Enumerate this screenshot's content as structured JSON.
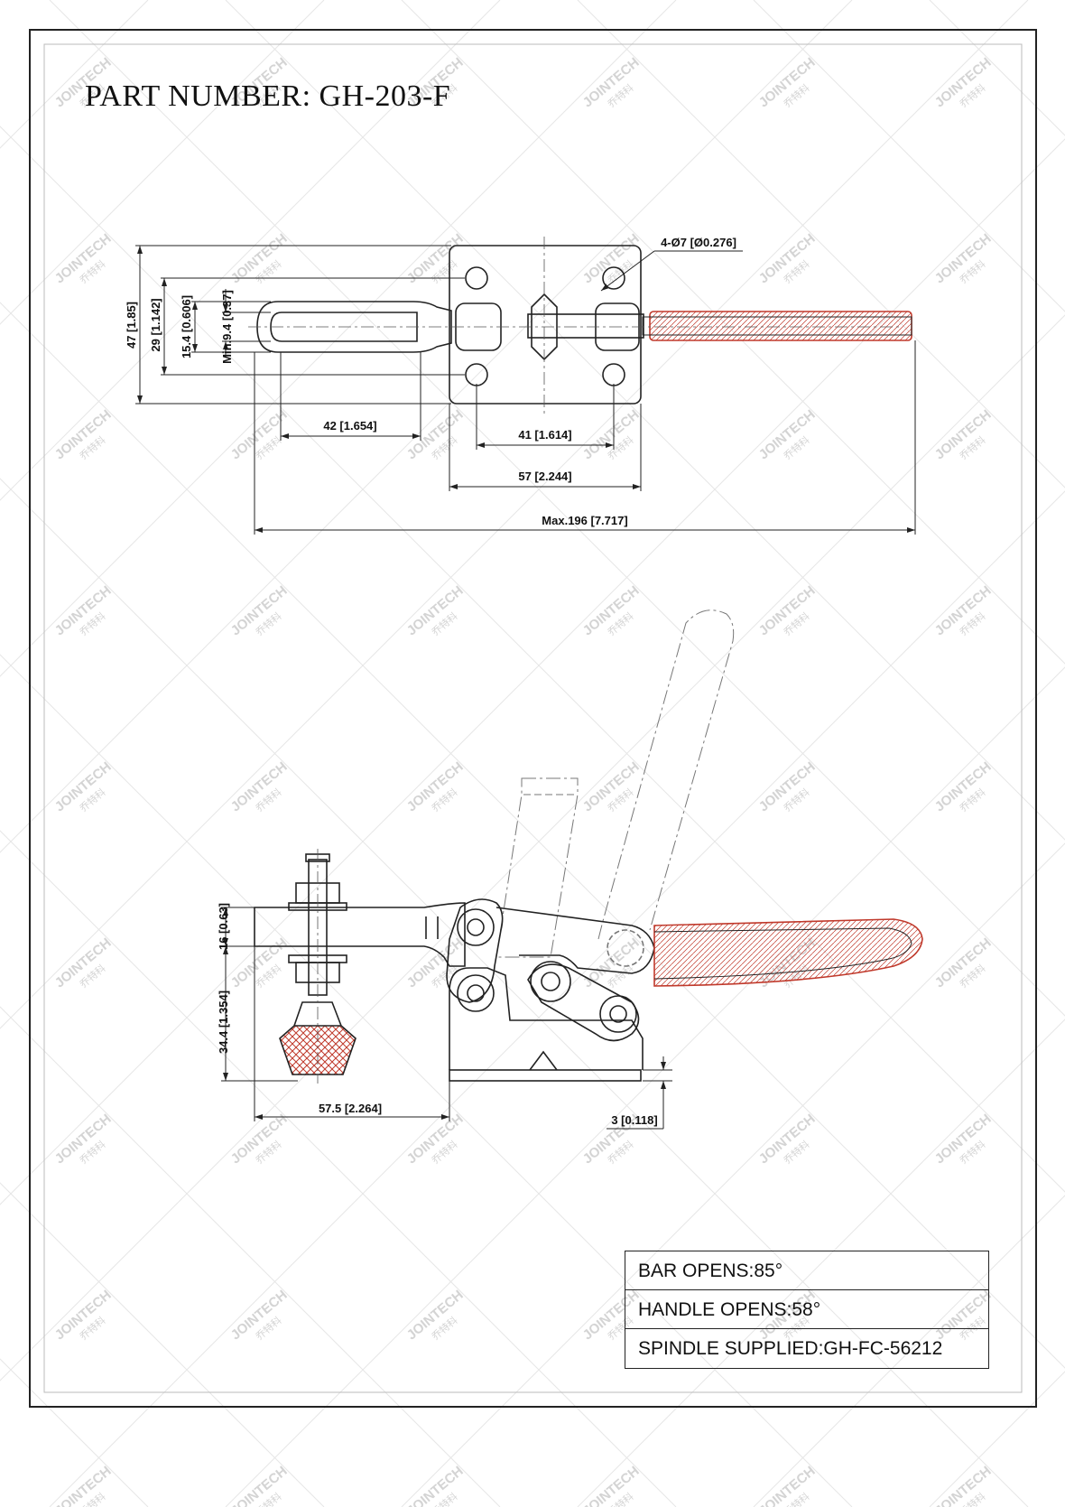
{
  "title": "PART NUMBER:  GH-203-F",
  "watermark": {
    "brand": "JOINTECH",
    "chinese": "乔特科"
  },
  "top_view": {
    "hole_note": "4-Ø7 [Ø0.276]",
    "dims": {
      "d47": "47 [1.85]",
      "d29": "29 [1.142]",
      "d15": "15.4 [0.606]",
      "dmin": "Min.9.4 [0.37]",
      "d42": "42 [1.654]",
      "d41": "41 [1.614]",
      "d57": "57 [2.244]",
      "dmax": "Max.196 [7.717]"
    }
  },
  "side_view": {
    "dims": {
      "d16": "16 [0.63]",
      "d34": "34.4 [1.354]",
      "d575": "57.5 [2.264]",
      "d3": "3 [0.118]"
    }
  },
  "specs": [
    "BAR OPENS:85°",
    "HANDLE OPENS:58°",
    "SPINDLE SUPPLIED:GH-FC-56212"
  ],
  "colors": {
    "line": "#222222",
    "watermark": "#d4d4d4",
    "grip": "#c0392b"
  }
}
